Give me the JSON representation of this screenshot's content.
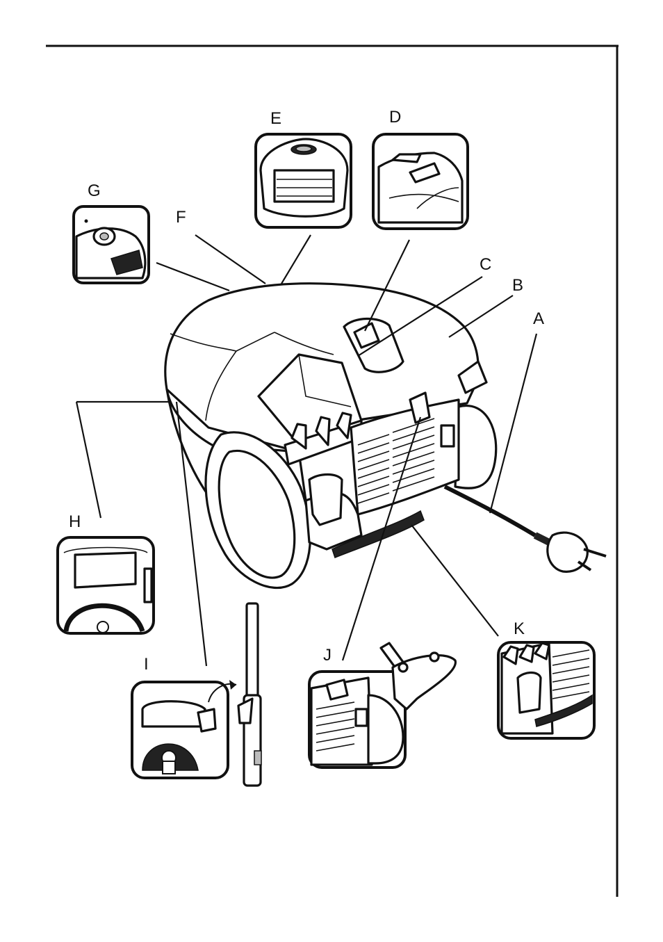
{
  "labels": {
    "A": "A",
    "B": "B",
    "C": "C",
    "D": "D",
    "E": "E",
    "F": "F",
    "G": "G",
    "H": "H",
    "I": "I",
    "J": "J",
    "K": "K"
  }
}
